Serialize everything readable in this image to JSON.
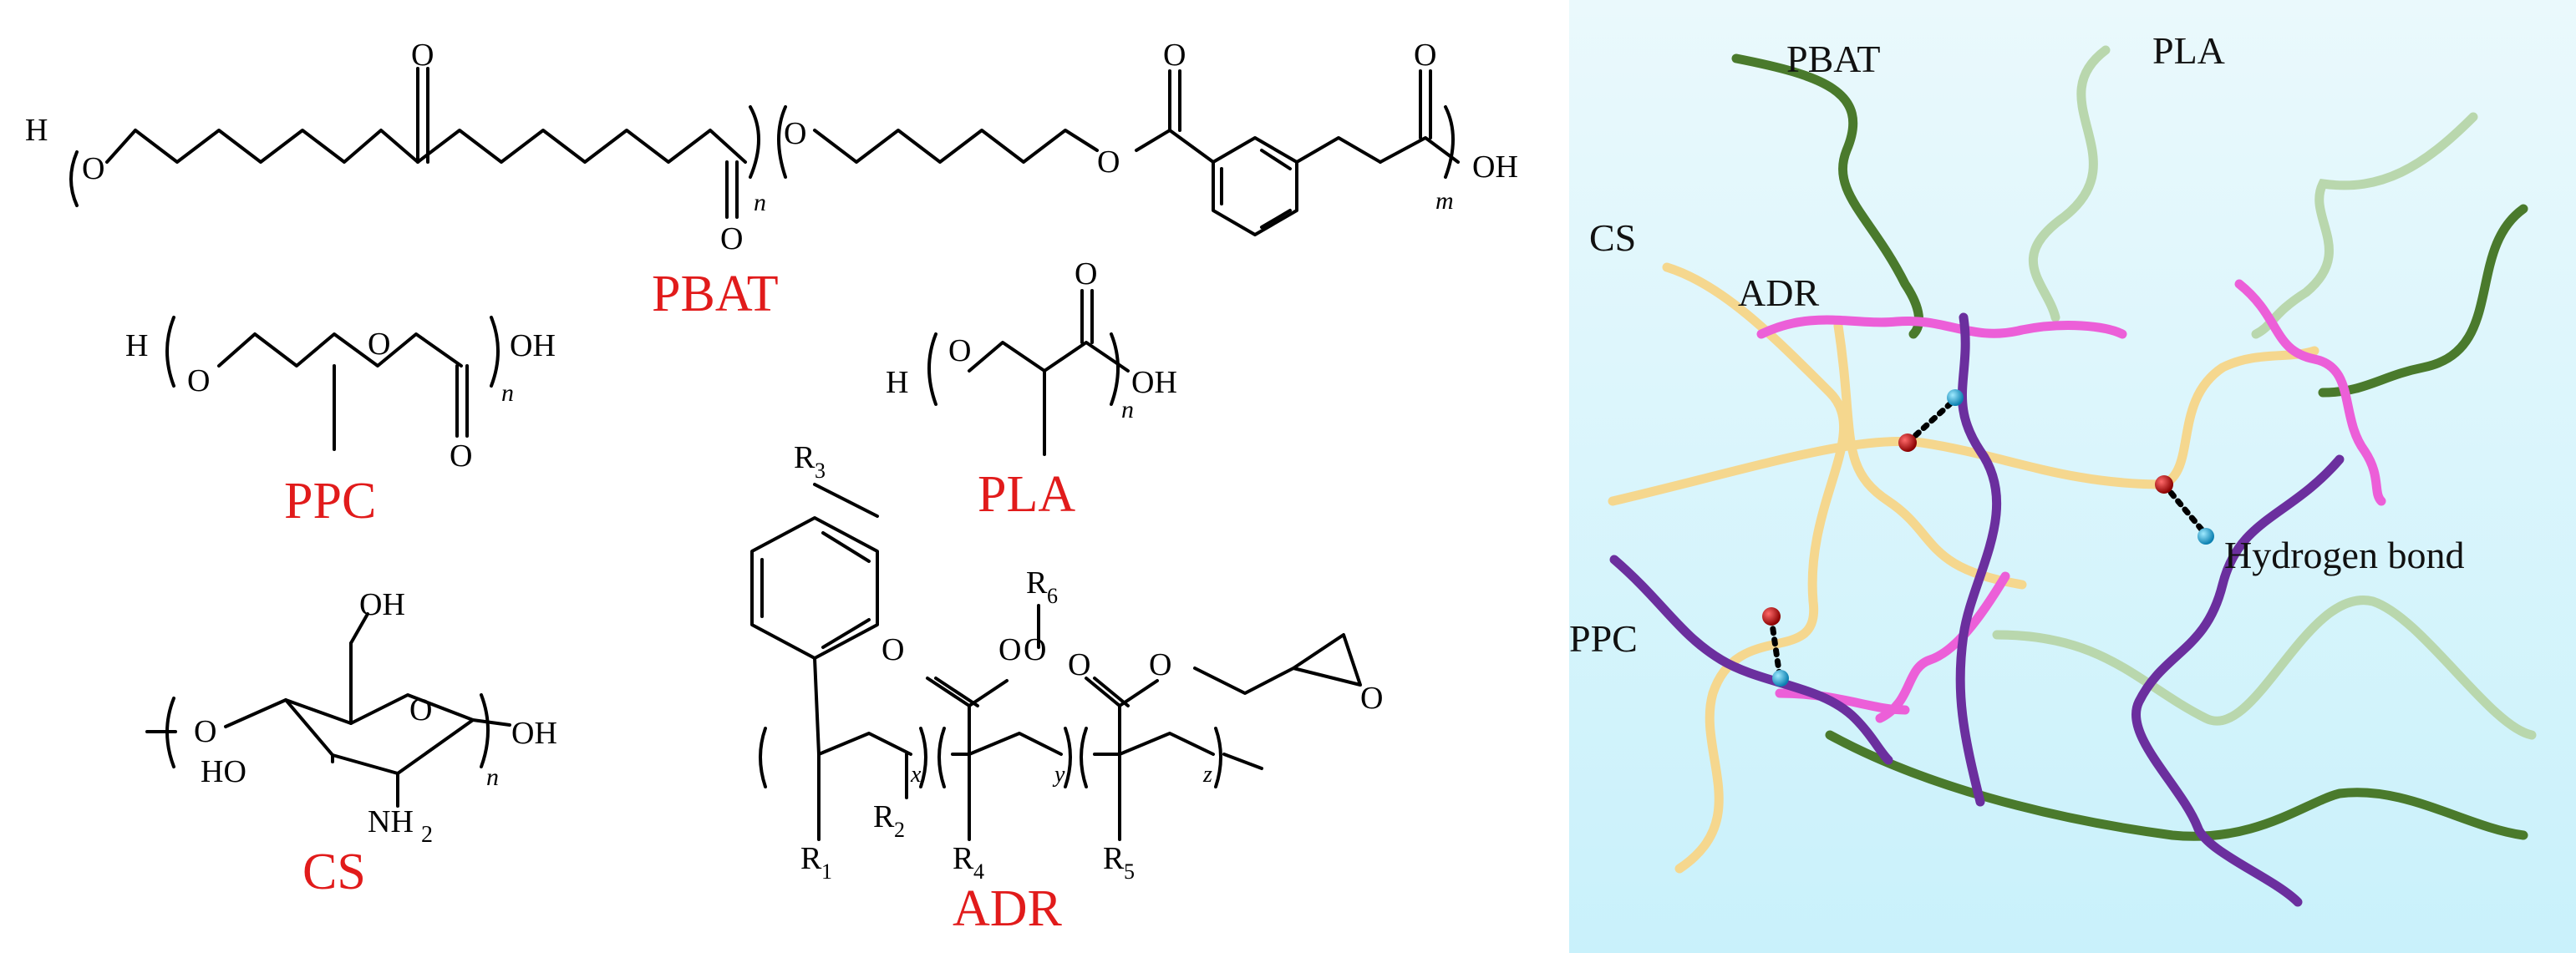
{
  "structures": {
    "pbat": {
      "name": "PBAT",
      "h": "H",
      "o_ether1": "O",
      "o_ketone_top": "O",
      "o_carbonyl_bottom": "O",
      "n": "n",
      "o_ether2": "O",
      "o_ester_link": "O",
      "o_top1": "O",
      "o_top2": "O",
      "m": "m",
      "oh": "OH"
    },
    "ppc": {
      "name": "PPC",
      "h": "H",
      "o1": "O",
      "o2": "O",
      "o_carbonyl": "O",
      "n": "n",
      "oh": "OH"
    },
    "pla": {
      "name": "PLA",
      "h": "H",
      "o1": "O",
      "o_carbonyl": "O",
      "n": "n",
      "oh": "OH"
    },
    "cs": {
      "name": "CS",
      "oh_top": "OH",
      "o_left": "O",
      "o_ring": "O",
      "oh_right": "OH",
      "ho": "HO",
      "nh2": "NH",
      "sub2": "2",
      "n": "n"
    },
    "adr": {
      "name": "ADR",
      "r3": "R",
      "r3_sub": "3",
      "r6": "R",
      "r6_sub": "6",
      "o_a": "O",
      "o_b": "O",
      "o_c": "O",
      "o_d": "O",
      "o_e": "O",
      "o_epoxide": "O",
      "r1": "R",
      "r1_sub": "1",
      "r2": "R",
      "r2_sub": "2",
      "r4": "R",
      "r4_sub": "4",
      "r5": "R",
      "r5_sub": "5",
      "x": "x",
      "y": "y",
      "z": "z"
    }
  },
  "diagram": {
    "labels": {
      "pbat": "PBAT",
      "pla": "PLA",
      "cs": "CS",
      "adr": "ADR",
      "ppc": "PPC",
      "hbond": "Hydrogen bond"
    },
    "colors": {
      "pbat": "#4a7a2c",
      "pla": "#b9d7ad",
      "cs": "#f5d78e",
      "adr": "#ec5fd8",
      "ppc": "#6b2f9e",
      "oxygen_atom": "#c1121f",
      "hydrogen_atom": "#1ea7d8",
      "background_top": "#eaf9fc",
      "background_bottom": "#c9f1fb",
      "polymer_label": "#e11b1b"
    }
  }
}
